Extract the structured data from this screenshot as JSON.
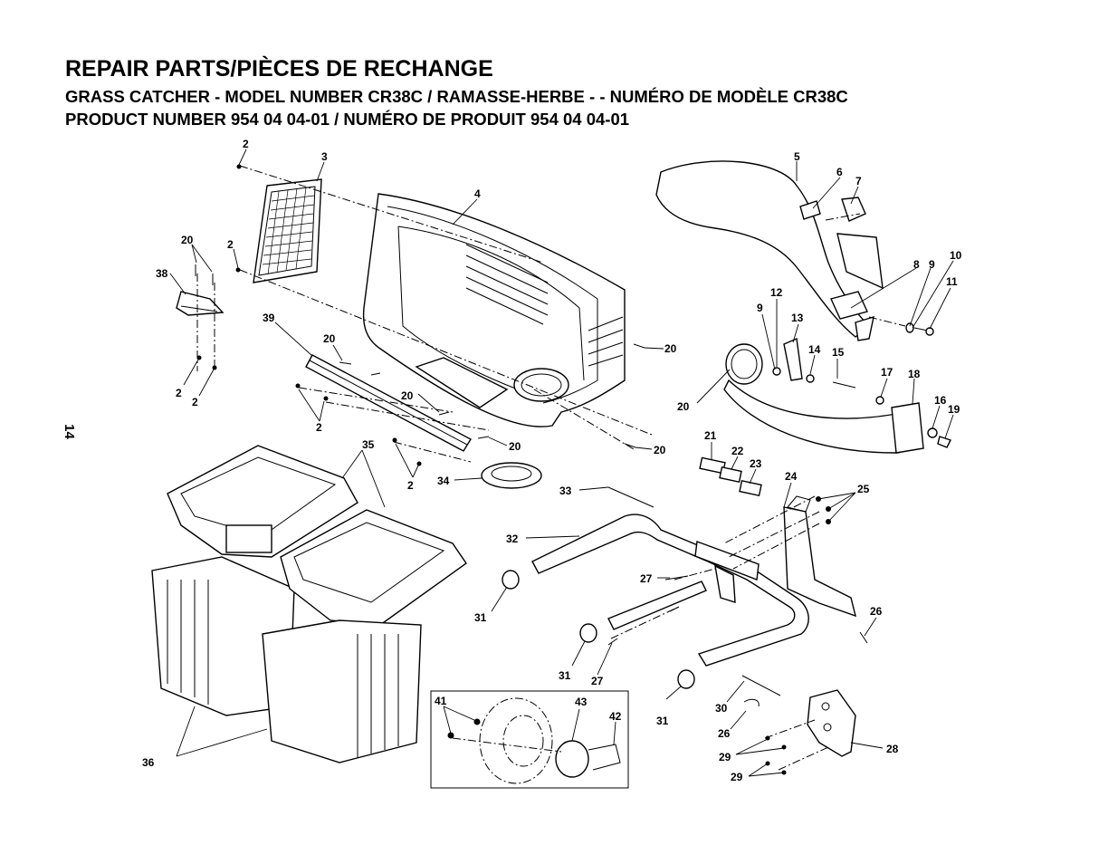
{
  "header": {
    "title": "REPAIR PARTS/PIÈCES DE RECHANGE",
    "line2": "GRASS CATCHER - MODEL NUMBER CR38C / RAMASSE-HERBE - - NUMÉRO DE MODÈLE CR38C",
    "line3": "PRODUCT NUMBER 954 04 04-01 / NUMÉRO DE PRODUIT 954 04 04-01"
  },
  "page_number": "14",
  "callouts": {
    "c2": "2",
    "c3": "3",
    "c4": "4",
    "c5": "5",
    "c6": "6",
    "c7": "7",
    "c8": "8",
    "c9": "9",
    "c10": "10",
    "c11": "11",
    "c12": "12",
    "c13": "13",
    "c14": "14",
    "c15": "15",
    "c16": "16",
    "c17": "17",
    "c18": "18",
    "c19": "19",
    "c20": "20",
    "c21": "21",
    "c22": "22",
    "c23": "23",
    "c24": "24",
    "c25": "25",
    "c26": "26",
    "c27": "27",
    "c28": "28",
    "c29": "29",
    "c30": "30",
    "c31": "31",
    "c32": "32",
    "c33": "33",
    "c34": "34",
    "c35": "35",
    "c36": "36",
    "c38": "38",
    "c39": "39",
    "c41": "41",
    "c42": "42",
    "c43": "43"
  }
}
